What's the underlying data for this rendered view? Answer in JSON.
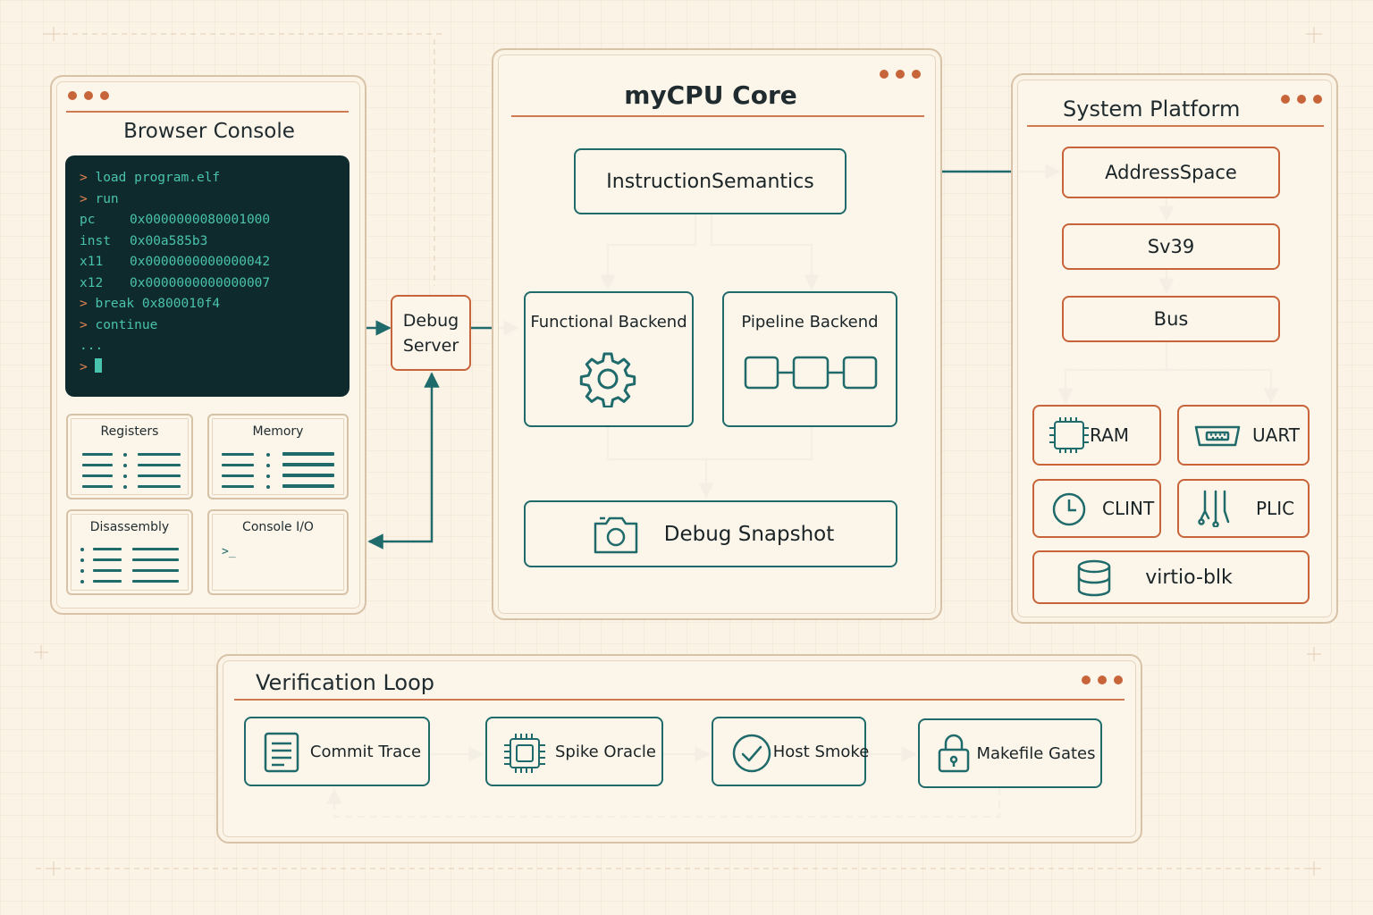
{
  "browser_console": {
    "title": "Browser Console",
    "terminal": {
      "cmd_load": "load program.elf",
      "cmd_run": "run",
      "regs": [
        {
          "name": "pc",
          "value": "0x0000000080001000"
        },
        {
          "name": "inst",
          "value": "0x00a585b3"
        },
        {
          "name": "x11",
          "value": "0x0000000000000042"
        },
        {
          "name": "x12",
          "value": "0x0000000000000007"
        }
      ],
      "cmd_break": "break 0x800010f4",
      "cmd_continue": "continue",
      "ellipsis": "...",
      "prompt": ">"
    },
    "tiles": {
      "registers": "Registers",
      "memory": "Memory",
      "disassembly": "Disassembly",
      "console_io": "Console I/O",
      "console_prompt": ">_"
    }
  },
  "debug_server": {
    "line1": "Debug",
    "line2": "Server"
  },
  "core": {
    "title": "myCPU Core",
    "instruction_semantics": "InstructionSemantics",
    "functional_backend": "Functional Backend",
    "pipeline_backend": "Pipeline Backend",
    "debug_snapshot": "Debug Snapshot"
  },
  "platform": {
    "title": "System Platform",
    "address_space": "AddressSpace",
    "sv39": "Sv39",
    "bus": "Bus",
    "ram": "RAM",
    "uart": "UART",
    "clint": "CLINT",
    "plic": "PLIC",
    "virtio": "virtio-blk"
  },
  "verification": {
    "title": "Verification Loop",
    "commit_trace": "Commit Trace",
    "spike_oracle": "Spike Oracle",
    "host_smoke": "Host Smoke",
    "makefile_gates": "Makefile Gates"
  },
  "colors": {
    "background": "#fbf3e6",
    "teal": "#1f6a6a",
    "accent": "#c8643a",
    "terminal_bg": "#0f2a2c",
    "terminal_text": "#49c3ad"
  },
  "icons": {
    "gear": "gear-icon",
    "pipeline": "pipeline-stages-icon",
    "camera": "camera-icon",
    "chip": "chip-icon",
    "serial": "serial-port-icon",
    "clock": "clock-icon",
    "signal": "interrupt-lines-icon",
    "database": "database-icon",
    "document": "document-icon",
    "check": "check-circle-icon",
    "lock": "lock-icon"
  }
}
